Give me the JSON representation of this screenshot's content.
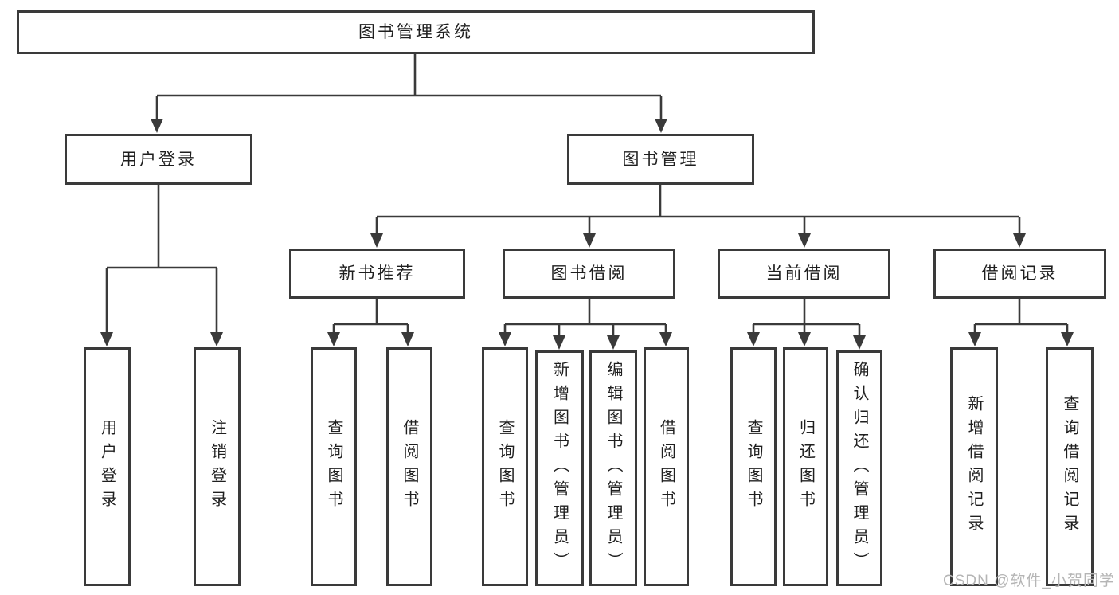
{
  "colors": {
    "line": "#3a3a3a",
    "box_border": "#3a3a3a",
    "box_fill": "#ffffff",
    "text": "#1f1f1f",
    "watermark": "#b5b5b5",
    "background": "#ffffff"
  },
  "tree": {
    "root": {
      "label": "图书管理系统"
    },
    "branches": [
      {
        "label": "用户登录",
        "leaves": [
          {
            "label": "用户登录"
          },
          {
            "label": "注销登录"
          }
        ]
      },
      {
        "label": "图书管理",
        "children": [
          {
            "label": "新书推荐",
            "leaves": [
              {
                "label": "查询图书"
              },
              {
                "label": "借阅图书"
              }
            ]
          },
          {
            "label": "图书借阅",
            "leaves": [
              {
                "label": "查询图书"
              },
              {
                "label": "新增图书（管理员）"
              },
              {
                "label": "编辑图书（管理员）"
              },
              {
                "label": "借阅图书"
              }
            ]
          },
          {
            "label": "当前借阅",
            "leaves": [
              {
                "label": "查询图书"
              },
              {
                "label": "归还图书"
              },
              {
                "label": "确认归还（管理员）"
              }
            ]
          },
          {
            "label": "借阅记录",
            "leaves": [
              {
                "label": "新增借阅记录"
              },
              {
                "label": "查询借阅记录"
              }
            ]
          }
        ]
      }
    ]
  },
  "watermark": "CSDN @软件_小贺同学"
}
